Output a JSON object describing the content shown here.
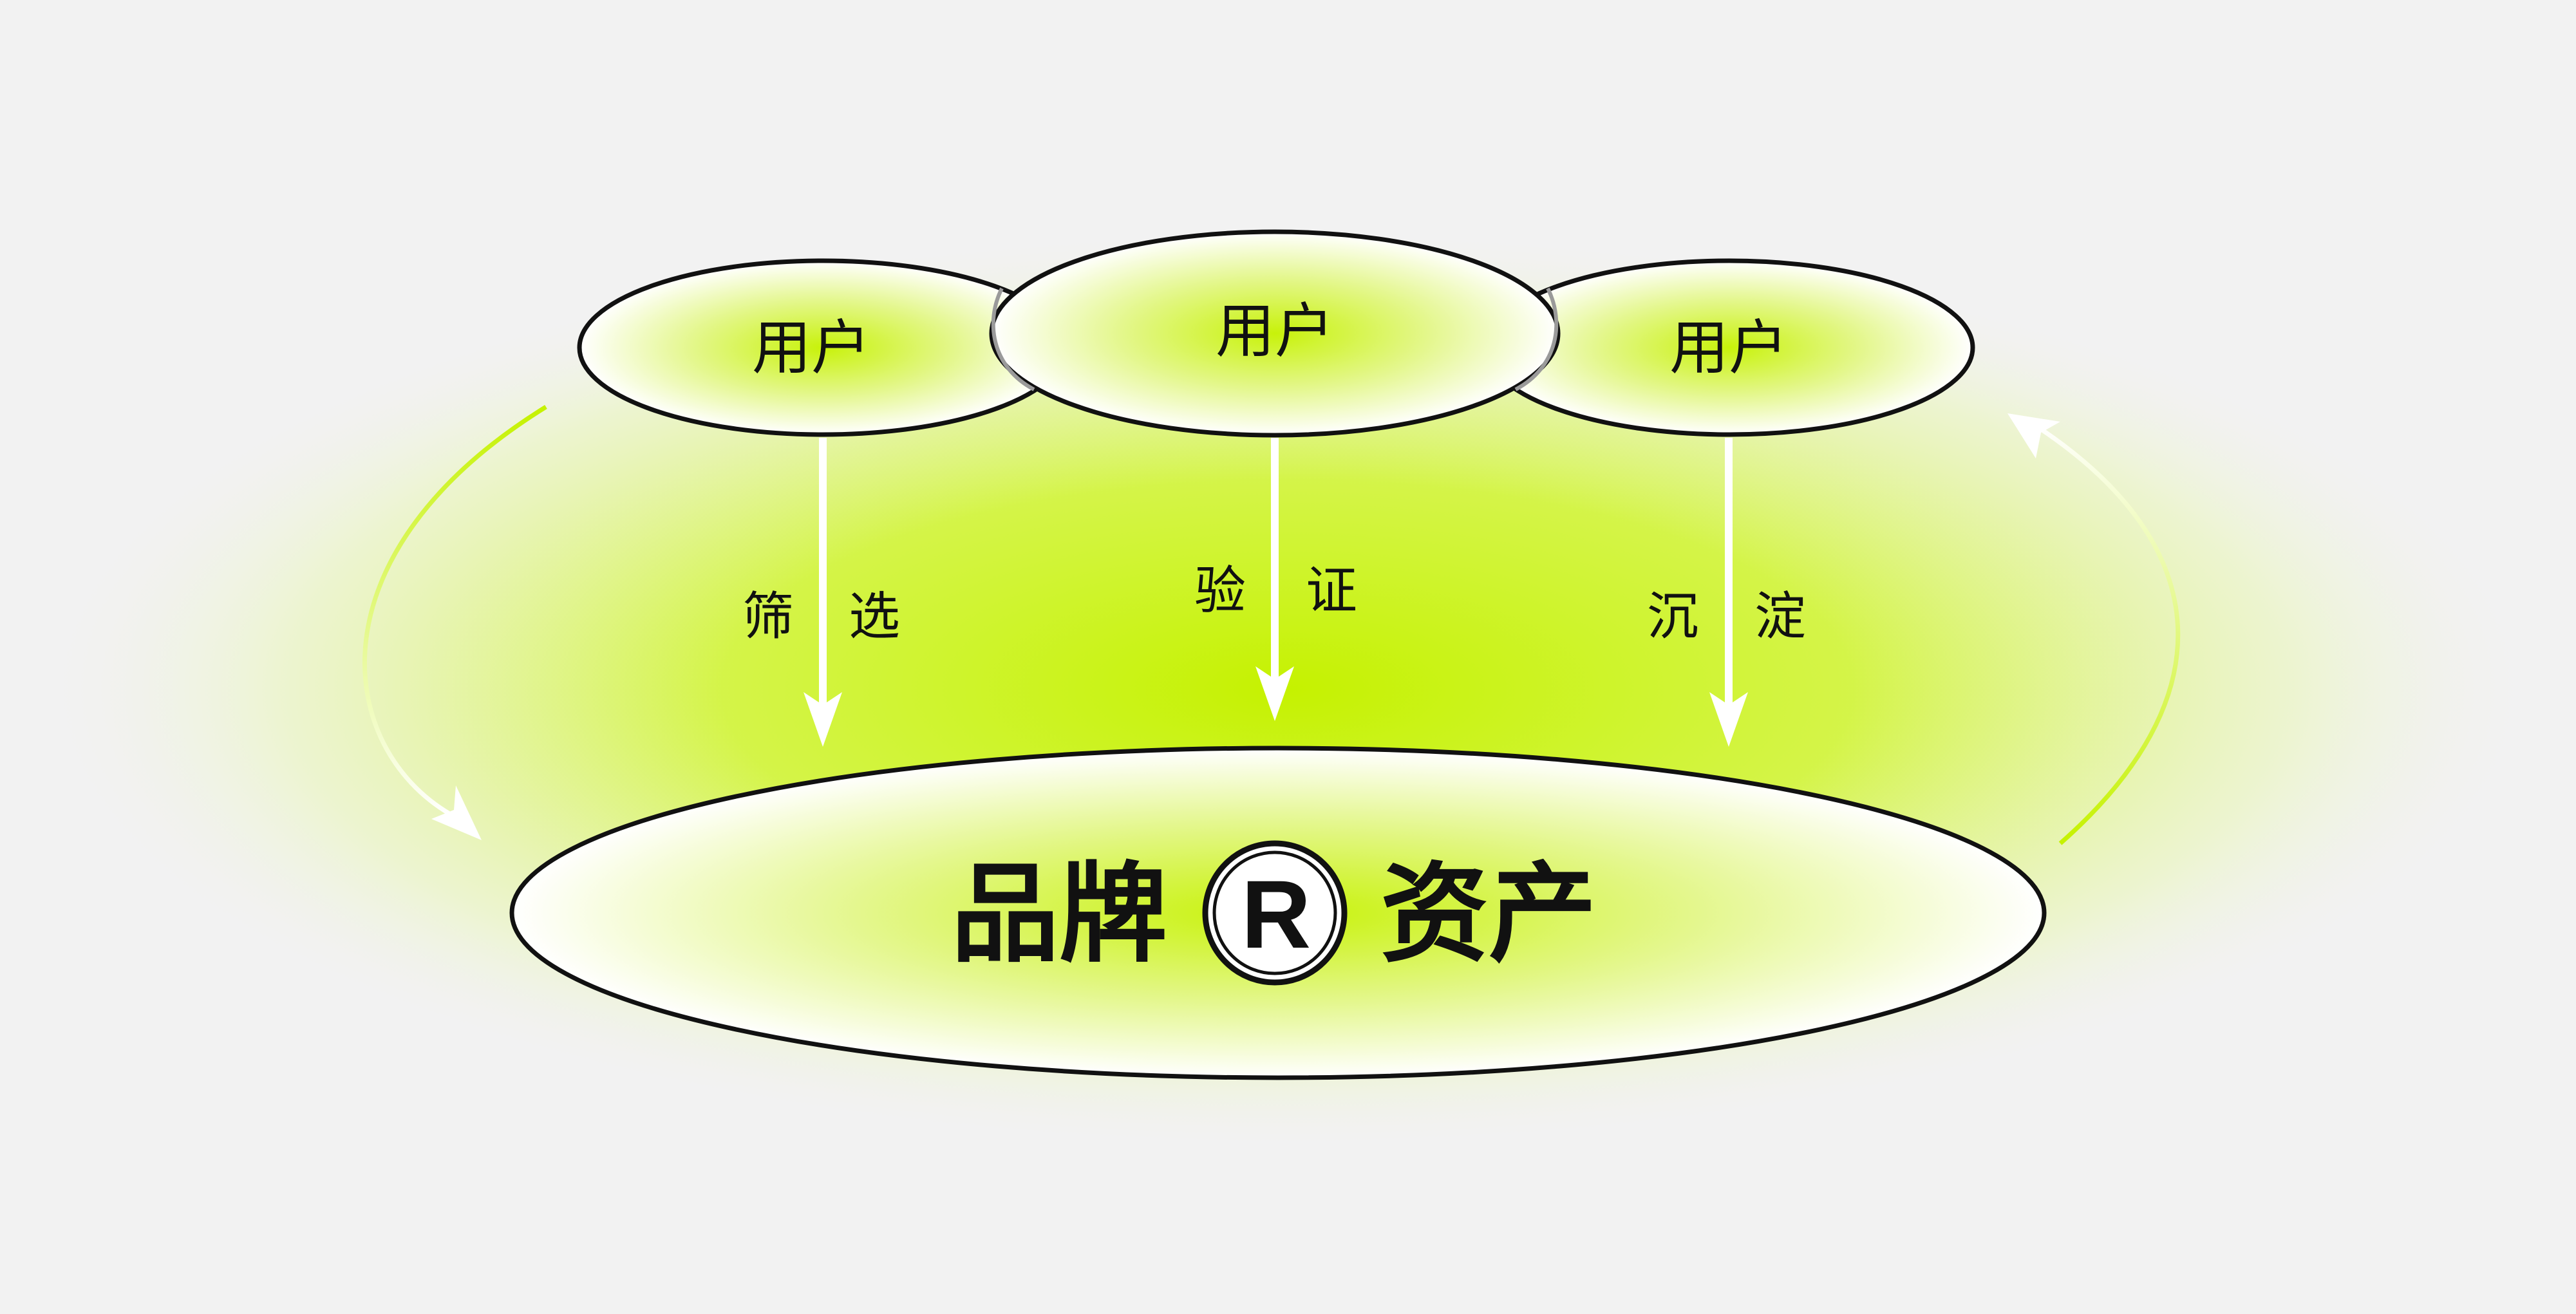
{
  "diagram": {
    "users": [
      {
        "label": "用户"
      },
      {
        "label": "用户"
      },
      {
        "label": "用户"
      }
    ],
    "flows": [
      {
        "label_left": "筛",
        "label_right": "选"
      },
      {
        "label_left": "验",
        "label_right": "证"
      },
      {
        "label_left": "沉",
        "label_right": "淀"
      }
    ],
    "asset": {
      "label_left": "品牌",
      "registered_mark": "R",
      "label_right": "资产"
    },
    "colors": {
      "background": "#f2f2f2",
      "accent": "#c5f200",
      "outline": "#111111",
      "arrow": "#ffffff"
    }
  }
}
